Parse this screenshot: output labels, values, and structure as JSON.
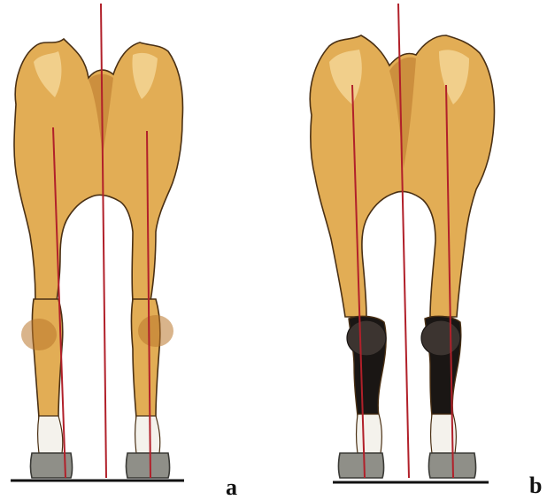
{
  "figure": {
    "panels": [
      {
        "id": "a",
        "label": "a"
      },
      {
        "id": "b",
        "label": "b"
      }
    ]
  },
  "colors": {
    "coat": "#e2ad55",
    "coat_light": "#f3d595",
    "coat_shadow": "#b9772c",
    "outline": "#4a3014",
    "hoof": "#8f8f88",
    "hoof_dark": "#3a3a36",
    "stocking_white": "#f4f2ec",
    "dark_stocking": "#1a1614",
    "reference_line": "#b1202a",
    "ground_line": "#111111"
  }
}
